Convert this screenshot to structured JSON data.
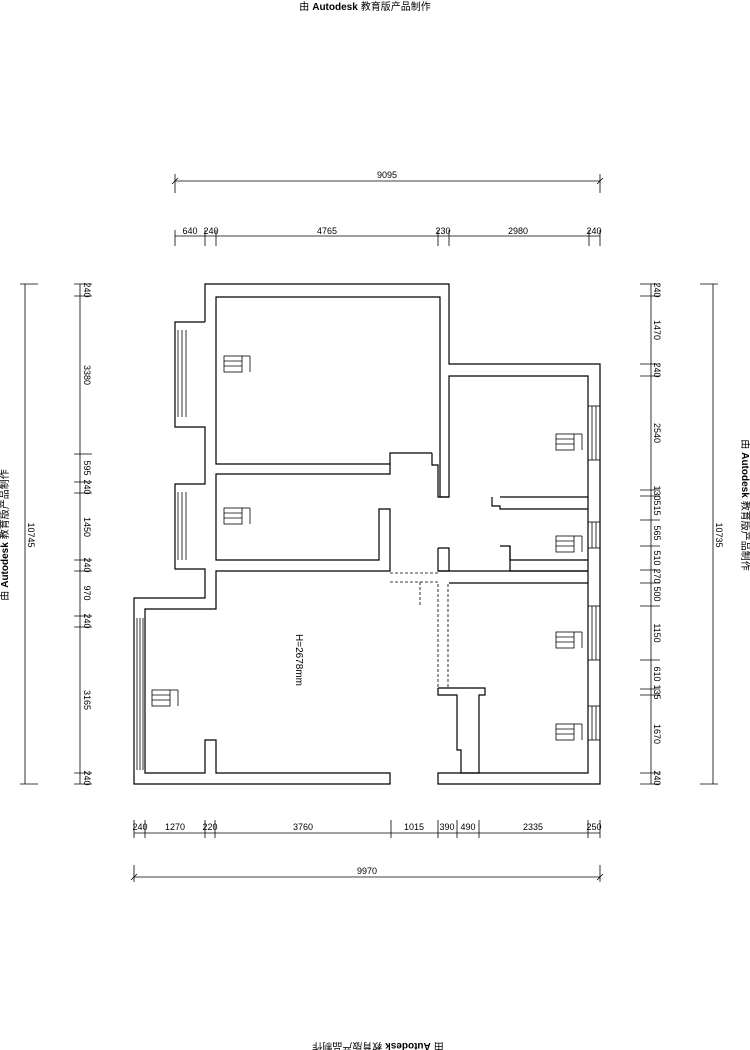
{
  "watermark": {
    "prefix": "由",
    "brand": "Autodesk",
    "suffix": "教育版产品制作"
  },
  "dimensions": {
    "top_total": "9095",
    "top_segments": [
      "640",
      "240",
      "4765",
      "230",
      "2980",
      "240"
    ],
    "bottom_segments": [
      "240",
      "1270",
      "220",
      "3760",
      "1015",
      "390",
      "490",
      "2335",
      "250"
    ],
    "bottom_total": "9970",
    "left_total": "10745",
    "left_segments": [
      "240",
      "3380",
      "595",
      "240",
      "1450",
      "240",
      "970",
      "240",
      "3165",
      "240"
    ],
    "right_total": "10735",
    "right_segments": [
      "240",
      "1470",
      "240",
      "2540",
      "130",
      "515",
      "565",
      "510",
      "270",
      "500",
      "1150",
      "610",
      "135",
      "1670",
      "240"
    ]
  },
  "annotations": {
    "ceiling_height": "H=2678mm"
  }
}
